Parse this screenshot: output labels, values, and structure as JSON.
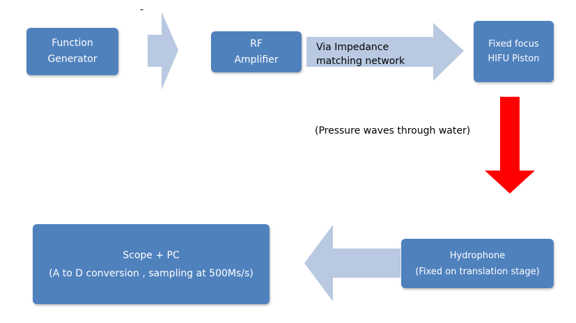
{
  "diagram": {
    "nodes": {
      "function_generator": {
        "lines": [
          "Function",
          "Generator"
        ]
      },
      "rf_amplifier": {
        "lines": [
          "RF",
          "Amplifier"
        ]
      },
      "hifu_piston": {
        "lines": [
          "Fixed focus",
          "HIFU Piston"
        ]
      },
      "hydrophone": {
        "lines": [
          "Hydrophone",
          "(Fixed on translation stage)"
        ]
      },
      "scope_pc": {
        "lines": [
          "Scope + PC",
          "(A to D conversion , sampling at 500Ms/s)"
        ]
      }
    },
    "edges": {
      "impedance": {
        "lines": [
          "Via Impedance",
          "matching network"
        ]
      },
      "pressure": {
        "label": "(Pressure waves through water)"
      }
    },
    "stray_mark": "-"
  },
  "colors": {
    "box": "#4f81bd",
    "arrow": "#b9c9e2",
    "red_arrow": "#ff0000",
    "text": "#ffffff"
  }
}
